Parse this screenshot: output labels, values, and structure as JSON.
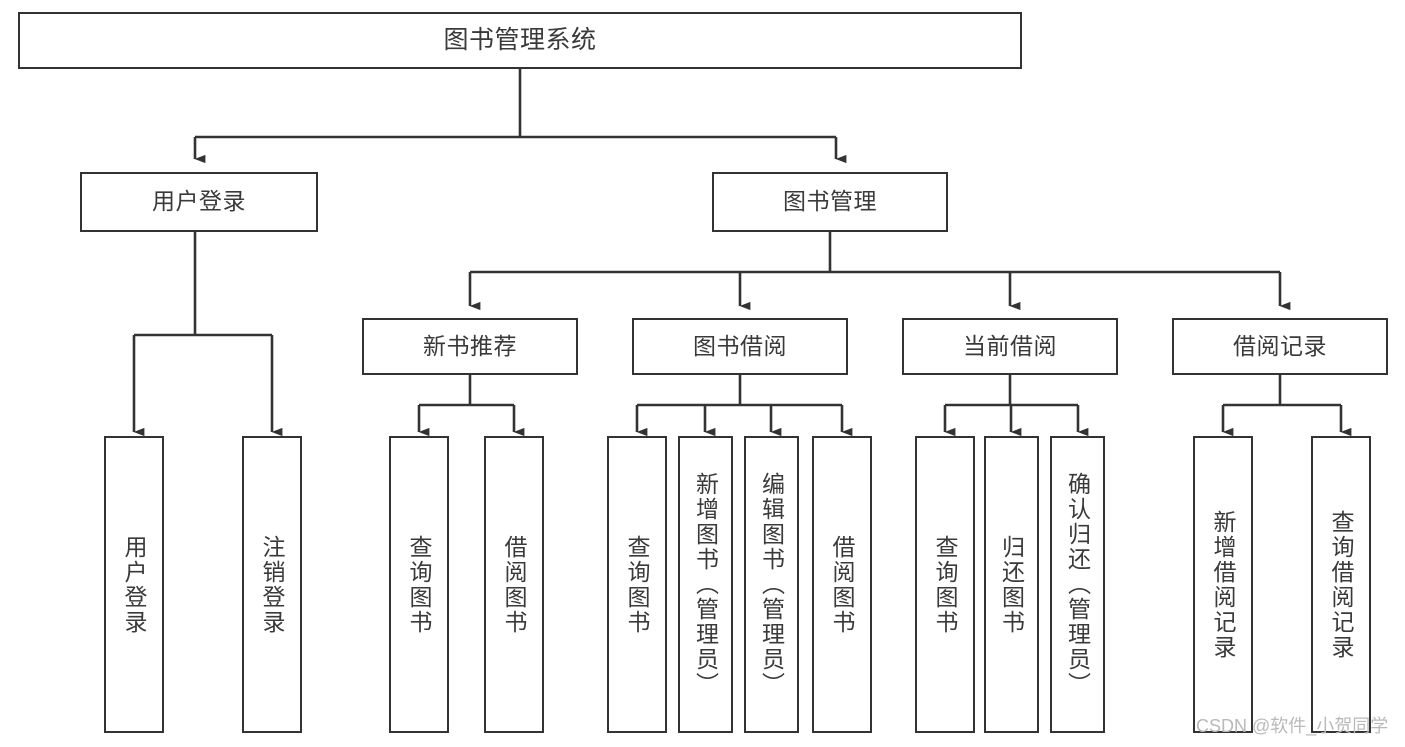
{
  "diagram": {
    "title": "图书管理系统",
    "type": "tree-hierarchy",
    "watermark": "CSDN @软件_小贺同学",
    "colors": {
      "background": "#ffffff",
      "box_border": "#333333",
      "box_fill": "#ffffff",
      "text": "#3a3a3a",
      "edge": "#333333",
      "watermark": "#b9b9b9"
    },
    "nodes": {
      "root": {
        "label": "图书管理系统"
      },
      "level2": [
        {
          "label": "用户登录"
        },
        {
          "label": "图书管理"
        }
      ],
      "level3": [
        {
          "label": "新书推荐"
        },
        {
          "label": "图书借阅"
        },
        {
          "label": "当前借阅"
        },
        {
          "label": "借阅记录"
        }
      ],
      "leaves": {
        "user_login": [
          {
            "label": "用户登录"
          },
          {
            "label": "注销登录"
          }
        ],
        "new_book_recommend": [
          {
            "label": "查询图书"
          },
          {
            "label": "借阅图书"
          }
        ],
        "book_borrow": [
          {
            "label": "查询图书"
          },
          {
            "label": "新增图书（管理员）"
          },
          {
            "label": "编辑图书（管理员）"
          },
          {
            "label": "借阅图书"
          }
        ],
        "current_borrow": [
          {
            "label": "查询图书"
          },
          {
            "label": "归还图书"
          },
          {
            "label": "确认归还（管理员）"
          }
        ],
        "borrow_record": [
          {
            "label": "新增借阅记录"
          },
          {
            "label": "查询借阅记录"
          }
        ]
      }
    }
  }
}
